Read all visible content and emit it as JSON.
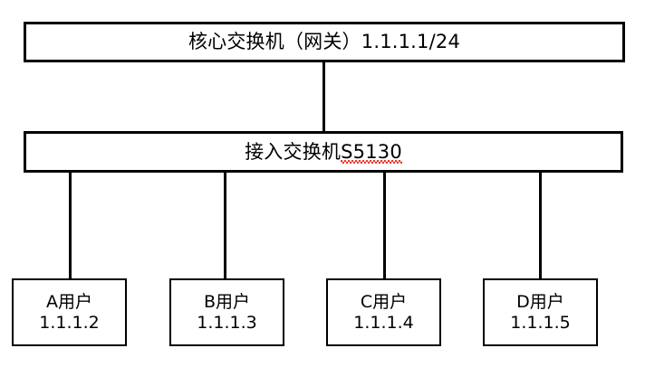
{
  "diagram": {
    "type": "network-topology",
    "title": "",
    "background_color": "#ffffff",
    "line_color": "#000000",
    "spellcheck_underline_color": "#e8382c",
    "core_switch": {
      "label": "核心交换机（网关）1.1.1.1/24",
      "role": "核心交换机",
      "annotation": "网关",
      "ip": "1.1.1.1/24"
    },
    "access_switch": {
      "label_prefix": "接入交换机",
      "model": "S5130",
      "full_label": "接入交换机S5130",
      "spellchecked_token": "S5130"
    },
    "hosts": [
      {
        "name": "A用户",
        "ip": "1.1.1.2"
      },
      {
        "name": "B用户",
        "ip": "1.1.1.3"
      },
      {
        "name": "C用户",
        "ip": "1.1.1.4"
      },
      {
        "name": "D用户",
        "ip": "1.1.1.5"
      }
    ],
    "links": [
      {
        "from": "核心交换机",
        "to": "接入交换机S5130"
      },
      {
        "from": "接入交换机S5130",
        "to": "A用户"
      },
      {
        "from": "接入交换机S5130",
        "to": "B用户"
      },
      {
        "from": "接入交换机S5130",
        "to": "C用户"
      },
      {
        "from": "接入交换机S5130",
        "to": "D用户"
      }
    ]
  }
}
